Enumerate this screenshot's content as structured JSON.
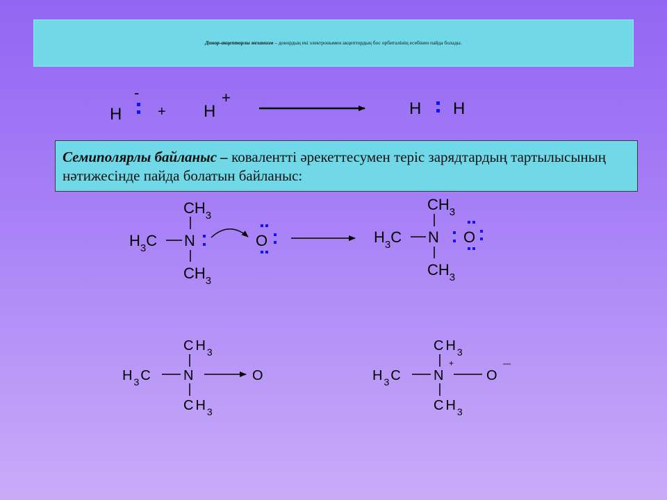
{
  "header": {
    "term": "Донор-акцепторлы механизм",
    "definition": " – донордың екі электронымен акцептордың бос орбиталінің есебінен пайда болады."
  },
  "definition_box": {
    "term": "Семиполярлы байланыс –",
    "text": " ковалентті әрекеттесумен теріс зарядтардың тартылысының нәтижесінде пайда болатын байланыс:"
  },
  "reaction_1": {
    "h_minus": "H",
    "minus_sign": "-",
    "plus": "+",
    "h_plus": "H",
    "plus_sign": "+",
    "product_h1": "H",
    "product_h2": "H"
  },
  "reaction_2": {
    "ch": "CH",
    "sub3": "3",
    "h": "H",
    "c": "C",
    "n": "N",
    "o": "O"
  },
  "structure_3": {
    "c": "C",
    "h": "H",
    "sub3": "3",
    "n": "N",
    "o": "O"
  },
  "structure_4": {
    "c": "C",
    "h": "H",
    "sub3": "3",
    "n": "N",
    "o": "O",
    "n_charge": "+",
    "o_charge": "—"
  },
  "colors": {
    "accent_box": "#70d8e6",
    "electron_dots": "#1111ff",
    "background_top": "#9266f3",
    "background_bottom": "#c8acf8"
  }
}
